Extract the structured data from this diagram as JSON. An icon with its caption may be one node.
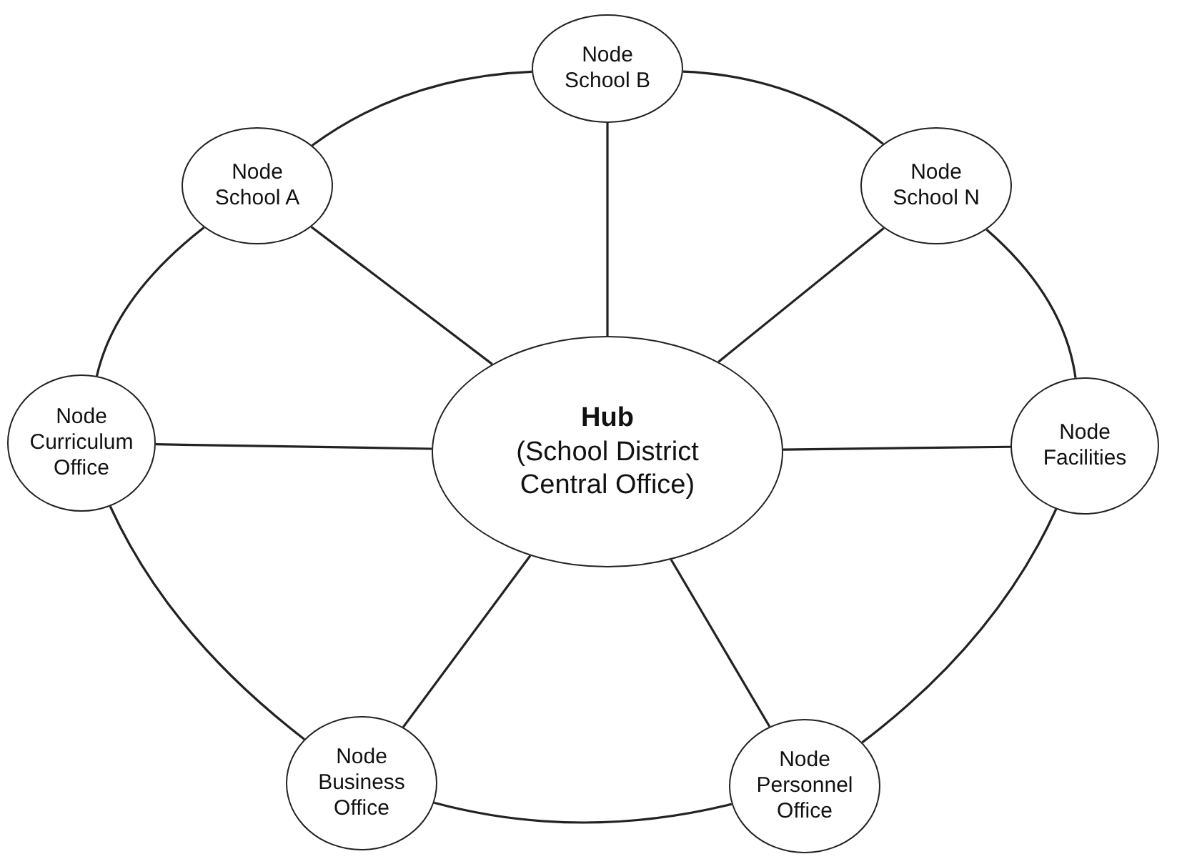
{
  "diagram": {
    "nodes": [
      {
        "text": [
          "Hub",
          "(School District Central Office)"
        ]
      },
      {
        "text": [
          "Node School A"
        ]
      },
      {
        "text": [
          "Node School B"
        ]
      },
      {
        "text": [
          "Node School N"
        ]
      },
      {
        "text": [
          "Node Curriculum Office"
        ]
      },
      {
        "text": [
          "Node Facilities"
        ]
      },
      {
        "text": [
          "Node Business Office"
        ]
      },
      {
        "text": [
          "Node Personnel Office"
        ]
      }
    ],
    "edges": [
      {
        "from": 0,
        "to": 1,
        "arrow": "none"
      },
      {
        "from": 0,
        "to": 2,
        "arrow": "none"
      },
      {
        "from": 0,
        "to": 3,
        "arrow": "none"
      },
      {
        "from": 0,
        "to": 4,
        "arrow": "none"
      },
      {
        "from": 0,
        "to": 5,
        "arrow": "none"
      },
      {
        "from": 0,
        "to": 6,
        "arrow": "none"
      },
      {
        "from": 0,
        "to": 7,
        "arrow": "none"
      },
      {
        "from": 1,
        "to": 2,
        "arrow": "none"
      },
      {
        "from": 2,
        "to": 3,
        "arrow": "none"
      },
      {
        "from": 3,
        "to": 5,
        "arrow": "none"
      },
      {
        "from": 5,
        "to": 7,
        "arrow": "none"
      },
      {
        "from": 7,
        "to": 6,
        "arrow": "none"
      },
      {
        "from": 6,
        "to": 4,
        "arrow": "none"
      },
      {
        "from": 4,
        "to": 1,
        "arrow": "none"
      }
    ]
  }
}
